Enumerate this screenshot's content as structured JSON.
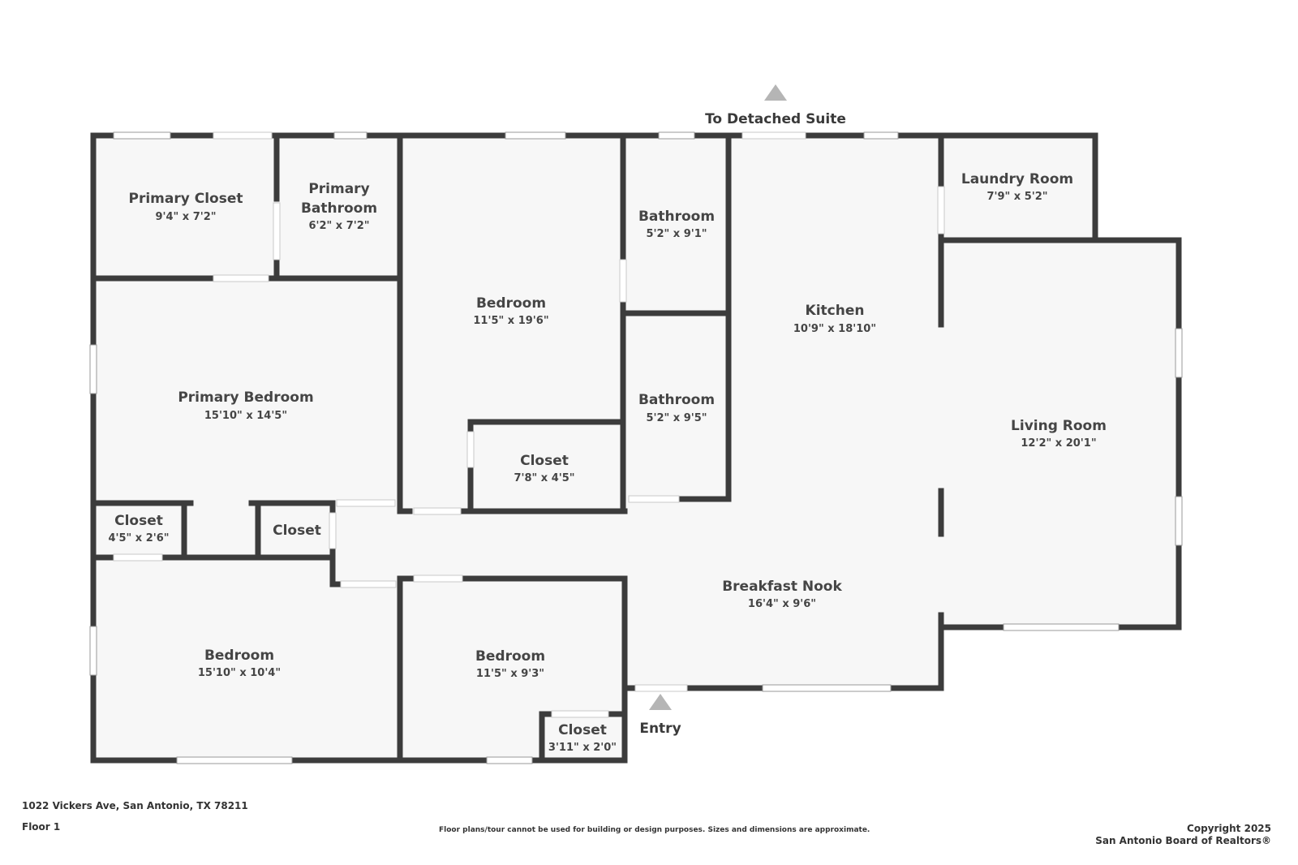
{
  "rooms": {
    "primary_closet": {
      "name": "Primary Closet",
      "dim": "9'4\" x 7'2\""
    },
    "primary_bathroom": {
      "name1": "Primary",
      "name2": "Bathroom",
      "dim": "6'2\" x 7'2\""
    },
    "bedroom_center": {
      "name": "Bedroom",
      "dim": "11'5\" x 19'6\""
    },
    "bathroom_1": {
      "name": "Bathroom",
      "dim": "5'2\" x 9'1\""
    },
    "bathroom_2": {
      "name": "Bathroom",
      "dim": "5'2\" x 9'5\""
    },
    "kitchen": {
      "name": "Kitchen",
      "dim": "10'9\" x 18'10\""
    },
    "laundry_room": {
      "name": "Laundry Room",
      "dim": "7'9\" x 5'2\""
    },
    "living_room": {
      "name": "Living Room",
      "dim": "12'2\" x 20'1\""
    },
    "primary_bedroom": {
      "name": "Primary Bedroom",
      "dim": "15'10\" x 14'5\""
    },
    "closet_center": {
      "name": "Closet",
      "dim": "7'8\" x 4'5\""
    },
    "closet_small_left": {
      "name": "Closet",
      "dim": "4'5\" x 2'6\""
    },
    "closet_hall": {
      "name": "Closet"
    },
    "breakfast_nook": {
      "name": "Breakfast Nook",
      "dim": "16'4\" x 9'6\""
    },
    "bedroom_left": {
      "name": "Bedroom",
      "dim": "15'10\" x 10'4\""
    },
    "bedroom_right": {
      "name": "Bedroom",
      "dim": "11'5\" x 9'3\""
    },
    "closet_bedroom": {
      "name": "Closet",
      "dim": "3'11\" x 2'0\""
    }
  },
  "labels": {
    "detached_suite": "To Detached Suite",
    "entry": "Entry"
  },
  "footer": {
    "address": "1022 Vickers Ave, San Antonio, TX 78211",
    "floor": "Floor 1",
    "disclaimer": "Floor plans/tour cannot be used for building or design purposes. Sizes and dimensions are approximate.",
    "copyright_1": "Copyright 2025",
    "copyright_2": "San Antonio Board of Realtors®"
  },
  "colors": {
    "wall": "#3c3c3c",
    "floor": "#f7f7f7",
    "arrow": "#b5b5b5",
    "text": "#454545"
  }
}
